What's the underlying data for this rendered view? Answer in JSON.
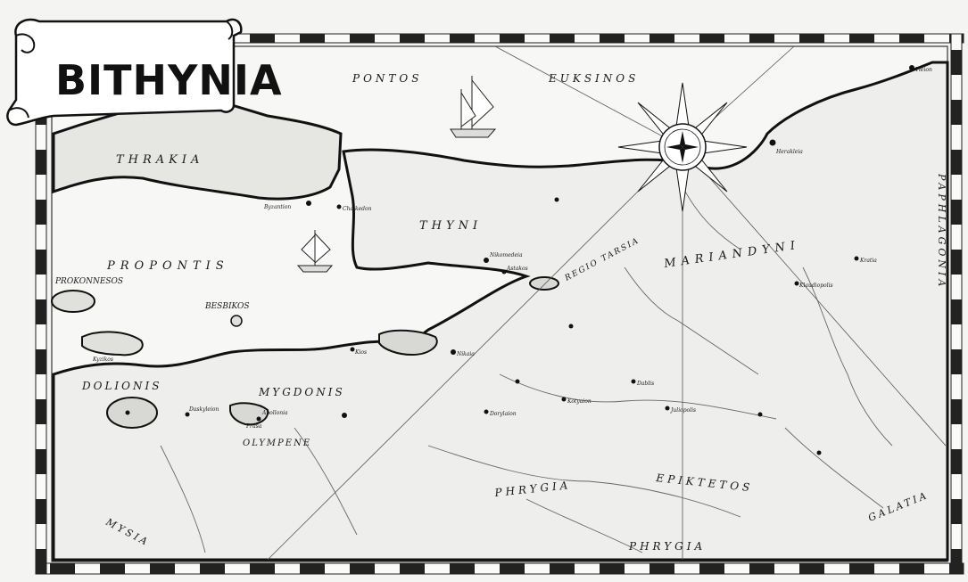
{
  "title": "BITHYNIA",
  "seas": {
    "pontos": "PONTOS",
    "euksinos": "EUKSINOS",
    "propontis": "PROPONTIS"
  },
  "regions": {
    "thrakia": "THRAKIA",
    "thyni": "THYNI",
    "mariandyni": "MARIANDYNI",
    "paphlagonia": "PAPHLAGONIA",
    "prokonnesos": "PROKONNESOS",
    "besbikos": "BESBIKOS",
    "dolionis": "DOLIONIS",
    "mygdonis": "MYGDONIS",
    "olympene": "OLYMPENE",
    "mysia": "MYSIA",
    "phrygia_epiktetos_1": "PHRYGIA",
    "phrygia_epiktetos_2": "EPIKTETOS",
    "phrygia_south": "PHRYGIA",
    "galatia": "GALATIA",
    "regio_tarsia": "REGIO TARSIA"
  },
  "towns": {
    "byzantion": "Byzantion",
    "nikomedeia": "Nikomedeia",
    "astakos": "Astakos",
    "kios": "Kios",
    "nikaia": "Nikaia",
    "prusa": "Prusa",
    "apollonia": "Apollonia",
    "daskyleion": "Daskyleion",
    "kyzikos": "Kyzikos",
    "chalkedon": "Chalkedon",
    "herakleia": "Herakleia",
    "tieion": "Tieion",
    "kratia": "Kratia",
    "klaudiopolis": "Klaudiopolis",
    "dablis": "Dablis",
    "juliopolis": "Juliopolis",
    "dorylaion": "Dorylaion",
    "kotyaion": "Kotyaion"
  }
}
